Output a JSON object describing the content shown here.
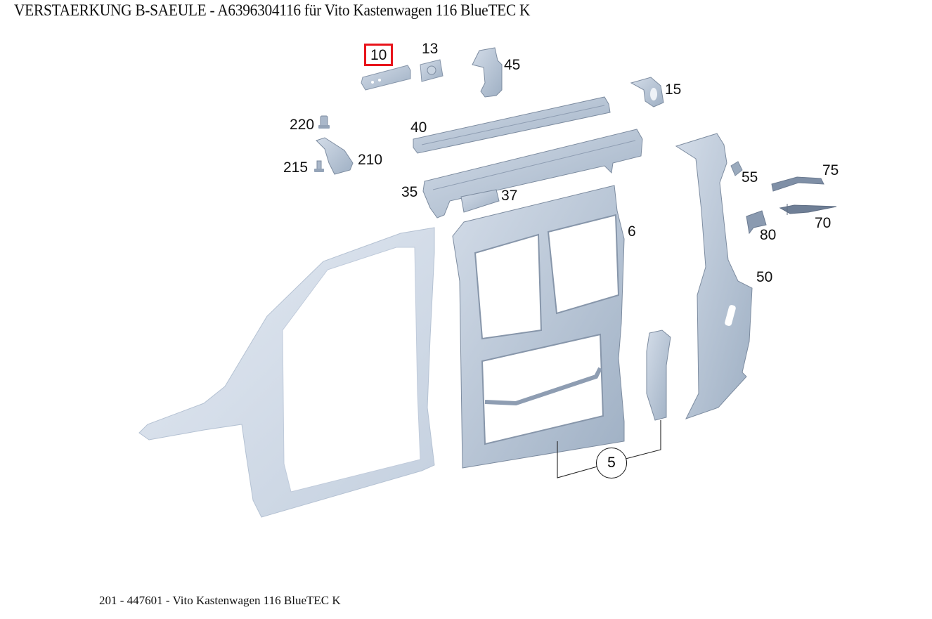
{
  "header": {
    "title": "VERSTAERKUNG B-SAEULE - A6396304116 für Vito Kastenwagen 116 BlueTEC K"
  },
  "footer": {
    "text": "201 - 447601 - Vito Kastenwagen 116 BlueTEC K"
  },
  "colors": {
    "highlight": "#e8141b",
    "part_fill": "#b7c5d6",
    "part_dark": "#8fa0b6",
    "part_light": "#dbe3ee"
  },
  "diagram": {
    "selected_part": "10",
    "parts": [
      {
        "id": "10",
        "label": "10",
        "selected": true
      },
      {
        "id": "13",
        "label": "13"
      },
      {
        "id": "45",
        "label": "45"
      },
      {
        "id": "15",
        "label": "15"
      },
      {
        "id": "220",
        "label": "220"
      },
      {
        "id": "40",
        "label": "40"
      },
      {
        "id": "210",
        "label": "210"
      },
      {
        "id": "215",
        "label": "215"
      },
      {
        "id": "35",
        "label": "35"
      },
      {
        "id": "37",
        "label": "37"
      },
      {
        "id": "6",
        "label": "6"
      },
      {
        "id": "55",
        "label": "55"
      },
      {
        "id": "75",
        "label": "75"
      },
      {
        "id": "70",
        "label": "70"
      },
      {
        "id": "80",
        "label": "80"
      },
      {
        "id": "50",
        "label": "50"
      },
      {
        "id": "5",
        "label": "5",
        "callout": true
      }
    ]
  }
}
